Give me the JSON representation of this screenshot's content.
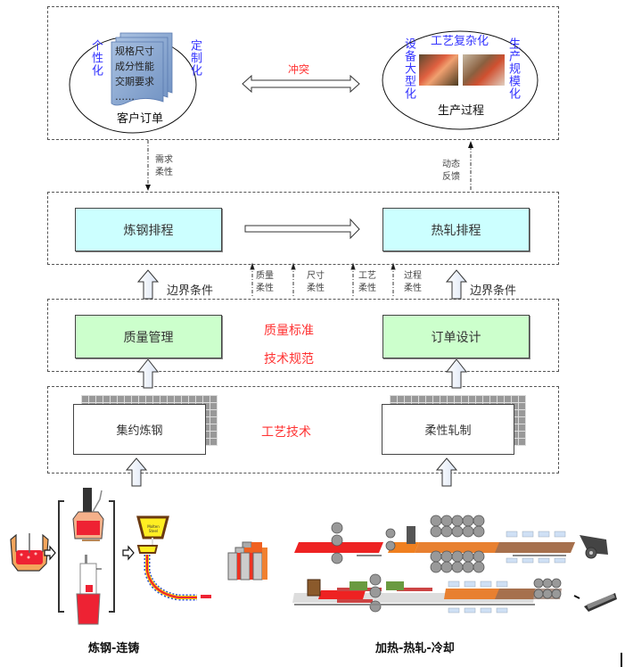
{
  "top": {
    "customer_order": {
      "title": "客户订单",
      "left_vertical": "个性化",
      "right_vertical": "定制化",
      "doc_lines": [
        "规格尺寸",
        "成分性能",
        "交期要求",
        "……"
      ]
    },
    "conflict_label": "冲突",
    "production_process": {
      "title": "生产过程",
      "top_label": "工艺复杂化",
      "left_vertical": "设备大型化",
      "right_vertical": "生产规模化"
    }
  },
  "connectors": {
    "demand_flex": [
      "需求",
      "柔性"
    ],
    "dynamic_feedback": [
      "动态",
      "反馈"
    ],
    "boundary_left": "边界条件",
    "boundary_right": "边界条件",
    "flex_labels": [
      [
        "质量",
        "柔性"
      ],
      [
        "尺寸",
        "柔性"
      ],
      [
        "工艺",
        "柔性"
      ],
      [
        "过程",
        "柔性"
      ]
    ]
  },
  "scheduling": {
    "steelmaking": "炼钢排程",
    "hot_rolling": "热轧排程"
  },
  "management": {
    "quality": "质量管理",
    "order_design": "订单设计",
    "center_line1": "质量标准",
    "center_line2": "技术规范"
  },
  "technology": {
    "left": "集约炼钢",
    "right": "柔性轧制",
    "center": "工艺技术"
  },
  "bottom": {
    "left_caption": "炼钢-连铸",
    "right_caption": "加热-热轧-冷却",
    "tundish_label": "Molten Steel"
  },
  "colors": {
    "schedule_fill": "#ccffff",
    "management_fill": "#ccffcc",
    "accent_red": "#ff3333",
    "accent_blue": "#3333ff"
  }
}
